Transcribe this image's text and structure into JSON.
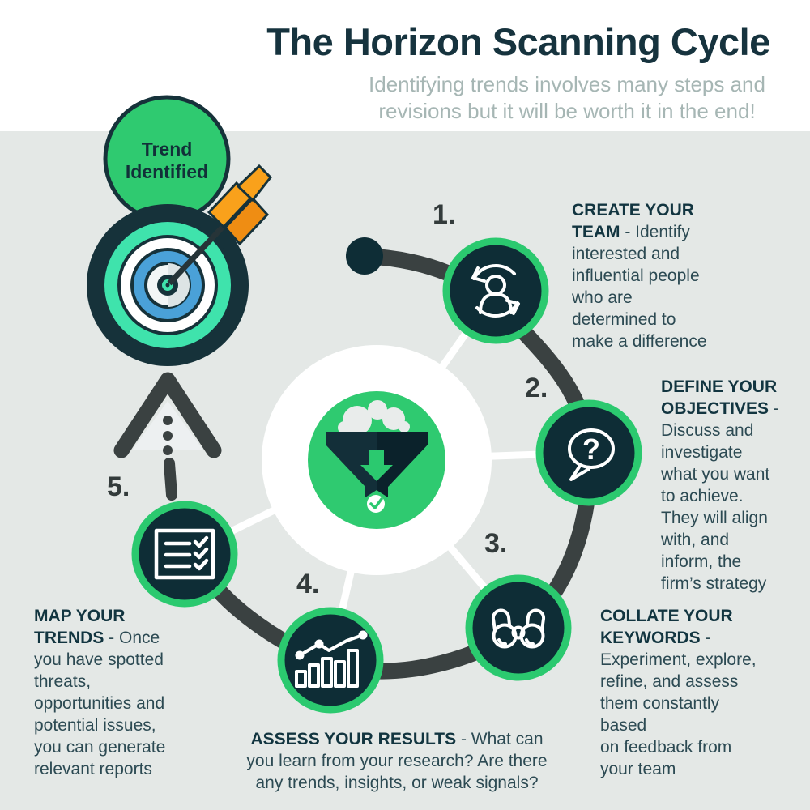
{
  "header": {
    "title": "The Horizon Scanning Cycle",
    "subtitle": "Identifying trends involves many steps and\nrevisions but it will be worth it in the end!"
  },
  "trend_badge": {
    "label": "Trend\nIdentified",
    "icon": "target-arrow-icon"
  },
  "cycle": {
    "center_icon": "funnel-filter-icon",
    "up_arrow_icon": "chevron-up-icon",
    "steps": [
      {
        "number": "1.",
        "heading": "CREATE YOUR\nTEAM",
        "body": " - Identify\ninterested and\ninfluential people\nwho are\ndetermined to\nmake a difference",
        "icon": "user-cycle-icon"
      },
      {
        "number": "2.",
        "heading": "DEFINE YOUR\nOBJECTIVES",
        "body": " -\nDiscuss and\ninvestigate\nwhat you want\nto achieve.\nThey will align\nwith, and\ninform, the\nfirm’s strategy",
        "icon": "question-bubble-icon"
      },
      {
        "number": "3.",
        "heading": "COLLATE YOUR\nKEYWORDS",
        "body": " -\nExperiment, explore,\nrefine, and assess\nthem constantly\nbased\non feedback from\nyour team",
        "icon": "binoculars-icon"
      },
      {
        "number": "4.",
        "heading": "ASSESS YOUR RESULTS",
        "body": " -  What can\nyou learn from your research? Are there\nany trends, insights, or weak signals?",
        "icon": "bar-chart-icon"
      },
      {
        "number": "5.",
        "heading": "MAP YOUR\nTRENDS",
        "body": " - Once\nyou have spotted\nthreats,\nopportunities and\npotential issues,\nyou can generate\nrelevant reports",
        "icon": "checklist-icon"
      }
    ]
  },
  "colors": {
    "background": "#e4e8e6",
    "top_band": "#ffffff",
    "dark_navy": "#0e2d36",
    "accent_green": "#2bc96f",
    "badge_green": "#2fca70",
    "arc_gray": "#3a4141",
    "title_text": "#16333e",
    "heading_text": "#123540",
    "body_text": "#2c4a53",
    "subtitle_text": "#a6b6b4",
    "target_teal": "#3fe3ac",
    "target_blue": "#4aa1d8",
    "arrow_orange": "#f9a11b"
  }
}
